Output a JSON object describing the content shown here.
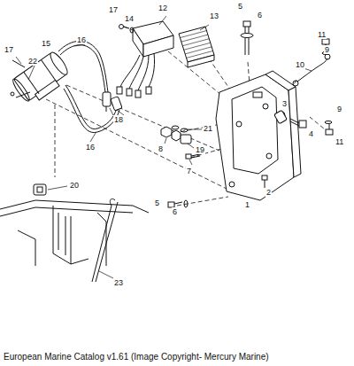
{
  "diagram": {
    "caption": "European Marine Catalog v1.61 (Image Copyright- Mercury Marine)",
    "labels": [
      "17",
      "14",
      "12",
      "13",
      "5",
      "6",
      "11",
      "9",
      "10",
      "17",
      "15",
      "16",
      "22",
      "18",
      "16",
      "21",
      "8",
      "3",
      "4",
      "9",
      "11",
      "19",
      "7",
      "20",
      "2",
      "1",
      "5",
      "6",
      "23"
    ]
  }
}
